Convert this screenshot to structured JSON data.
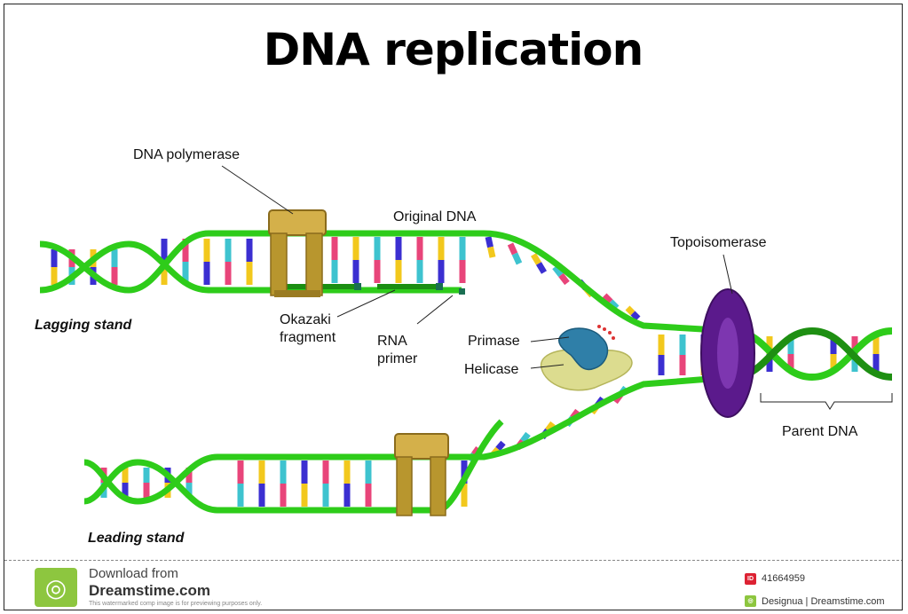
{
  "title": "DNA replication",
  "labels": {
    "dna_polymerase": "DNA polymerase",
    "original_dna": "Original DNA",
    "topoisomerase": "Topoisomerase",
    "lagging_strand": "Lagging stand",
    "okazaki_line1": "Okazaki",
    "okazaki_line2": "fragment",
    "rna_line1": "RNA",
    "rna_line2": "primer",
    "primase": "Primase",
    "helicase": "Helicase",
    "parent_dna": "Parent DNA",
    "leading_strand": "Leading stand"
  },
  "colors": {
    "backbone": "#2ecc1a",
    "backbone_dark": "#1e8f12",
    "polymerase": "#b8962e",
    "topoisomerase": "#5b1a8c",
    "primase": "#2f7fa8",
    "helicase": "#d9d98a",
    "base_blue": "#3b2fd1",
    "base_pink": "#e8457a",
    "base_yellow": "#f2c81d",
    "base_cyan": "#3ec3cf"
  },
  "footer": {
    "download_from": "Download from",
    "site": "Dreamstime.com",
    "note": "This watermarked comp image is for previewing purposes only.",
    "id_badge": "ID",
    "id_value": "41664959",
    "credit": "Designua | Dreamstime.com"
  }
}
